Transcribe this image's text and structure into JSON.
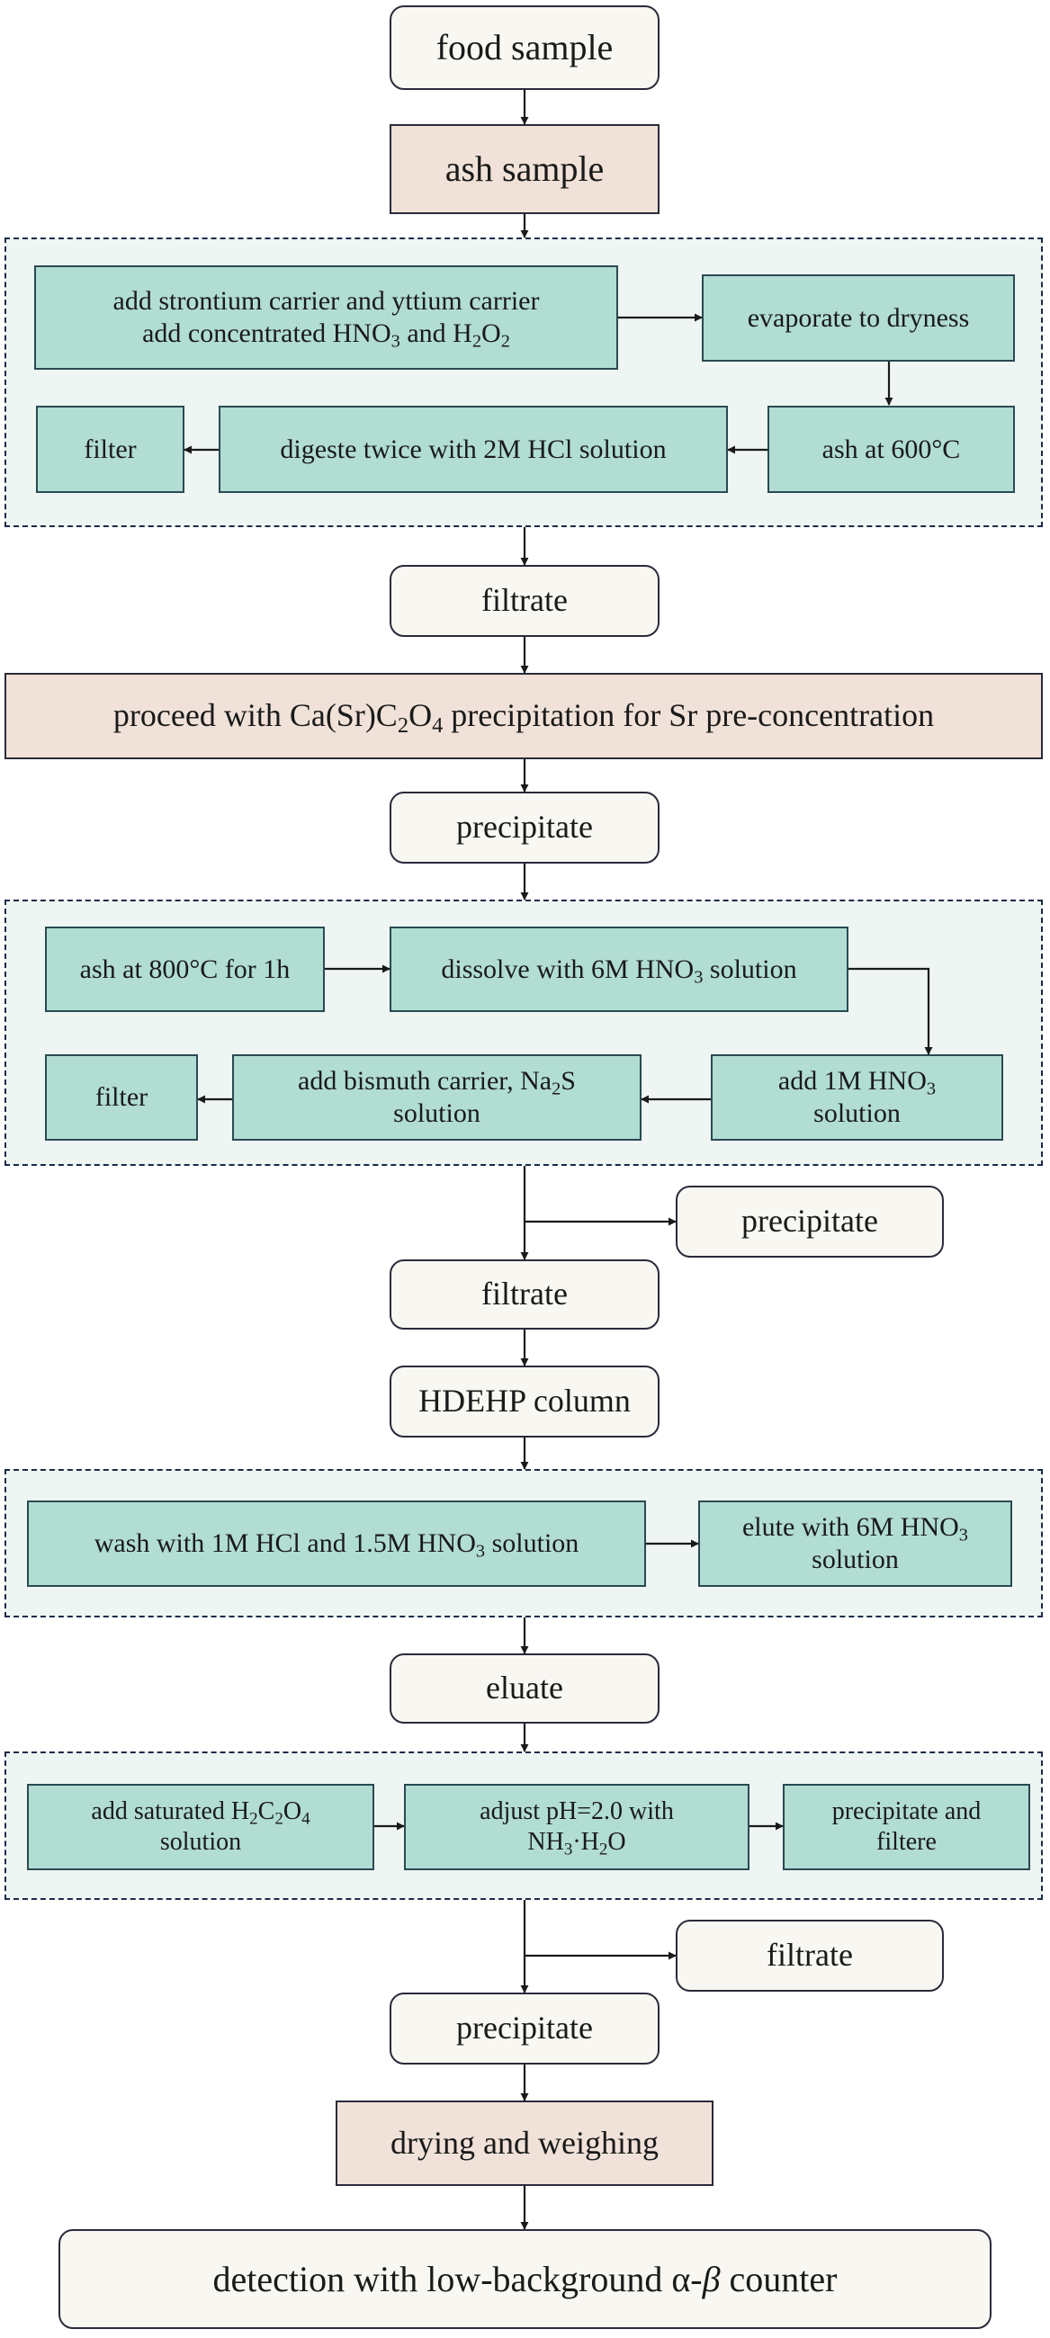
{
  "nodes": {
    "food_sample": "food sample",
    "ash_sample": "ash sample",
    "g1": {
      "add_carriers_line1": "add strontium carrier and yttium carrier",
      "add_carriers_line2_a": "add concentrated HNO",
      "add_carriers_line2_sub1": "3",
      "add_carriers_line2_b": " and H",
      "add_carriers_line2_sub2": "2",
      "add_carriers_line2_c": "O",
      "add_carriers_line2_sub3": "2",
      "evaporate": "evaporate to dryness",
      "ash_600": "ash at 600°C",
      "digest": "digeste twice with 2M HCl solution",
      "filter": "filter"
    },
    "filtrate_1": "filtrate",
    "precip_step": {
      "a": "proceed with Ca(Sr)C",
      "sub1": "2",
      "b": "O",
      "sub2": "4",
      "c": " precipitation for Sr pre-concentration"
    },
    "precipitate_1": "precipitate",
    "g2": {
      "ash_800": "ash at 800°C for 1h",
      "dissolve_a": "dissolve with 6M HNO",
      "dissolve_sub": "3",
      "dissolve_b": " solution",
      "add_hno3_a": "add 1M HNO",
      "add_hno3_sub": "3",
      "add_hno3_b": "solution",
      "bismuth_a": "add bismuth carrier, Na",
      "bismuth_sub": "2",
      "bismuth_b": "S",
      "bismuth_c": "solution",
      "filter": "filter"
    },
    "precipitate_side_1": "precipitate",
    "filtrate_2": "filtrate",
    "hdehp": "HDEHP column",
    "g3": {
      "wash_a": "wash with 1M HCl and 1.5M HNO",
      "wash_sub": "3",
      "wash_b": " solution",
      "elute_a": "elute with 6M HNO",
      "elute_sub": "3",
      "elute_b": "solution"
    },
    "eluate": "eluate",
    "g4": {
      "oxalic_a": "add saturated H",
      "oxalic_sub1": "2",
      "oxalic_b": "C",
      "oxalic_sub2": "2",
      "oxalic_c": "O",
      "oxalic_sub3": "4",
      "oxalic_d": "solution",
      "ph_a": "adjust pH=2.0 with",
      "ph_b": "NH",
      "ph_sub1": "3",
      "ph_c": "·H",
      "ph_sub2": "2",
      "ph_d": "O",
      "precip_filter_a": "precipitate and",
      "precip_filter_b": "filtere"
    },
    "filtrate_side": "filtrate",
    "precipitate_2": "precipitate",
    "drying": "drying and weighing",
    "detection_a": "detection with low-background α-",
    "detection_beta": "β",
    "detection_b": " counter"
  },
  "colors": {
    "pill_fill": "#f8f7f2",
    "tan_fill": "#f0e2d8",
    "teal_fill": "#b1ddd3",
    "group_fill": "#eef5f3",
    "border": "#2a2a3a",
    "dash_border": "#1c2a4a"
  }
}
